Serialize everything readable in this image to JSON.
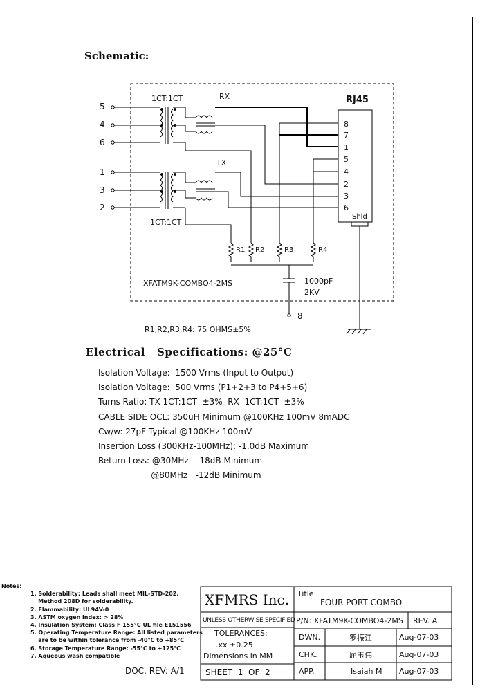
{
  "schematic": {
    "title": "Schematic:",
    "rx_ratio": "1CT:1CT",
    "rx_label": "RX",
    "tx_label": "TX",
    "tx_ratio": "1CT:1CT",
    "pins_left_top": [
      "5",
      "4",
      "6"
    ],
    "pins_left_bottom": [
      "1",
      "3",
      "2"
    ],
    "connector_title": "RJ45",
    "connector_pins": [
      "8",
      "7",
      "1",
      "5",
      "4",
      "2",
      "3",
      "6"
    ],
    "shield_label": "Shld",
    "resistors": [
      "R1",
      "R2",
      "R3",
      "R4"
    ],
    "cap_value": "1000pF",
    "cap_voltage": "2KV",
    "ground_pin": "8",
    "part_label": "XFATM9K-COMBO4-2MS",
    "resistor_note": "R1,R2,R3,R4: 75 OHMS±5%"
  },
  "electrical": {
    "title": "Electrical   Specifications: @25°C",
    "specs": [
      "Isolation Voltage:  1500 Vrms (Input to Output)",
      "Isolation Voltage:  500 Vrms (P1+2+3 to P4+5+6)",
      "Turns Ratio: TX 1CT:1CT  ±3%  RX  1CT:1CT  ±3%",
      "CABLE SIDE OCL: 350uH Minimum @100KHz 100mV 8mADC",
      "Cw/w: 27pF Typical @100KHz 100mV",
      "Insertion Loss (300KHz-100MHz): -1.0dB Maximum",
      "Return Loss: @30MHz   -18dB Minimum",
      "                    @80MHz   -12dB Minimum"
    ]
  },
  "notes": {
    "heading": "Notes:",
    "lines": [
      "1. Solderability: Leads shall meet MIL-STD-202,",
      "    Method 208D for solderability.",
      "2. Flammability: UL94V-0",
      "3. ASTM oxygen index: > 28%",
      "4. Insulation System: Class F 155°C UL file E151556",
      "5. Operating Temperature Range: All listed parameters",
      "    are to be within tolerance from -40°C to +85°C",
      "6. Storage Temperature Range: -55°C to +125°C",
      "7. Aqueous wash compatible"
    ],
    "doc_rev": "DOC. REV: A/1"
  },
  "title_block": {
    "company": "XFMRS Inc.",
    "title_label": "Title:",
    "title_value": "FOUR PORT COMBO",
    "unless": "UNLESS OTHERWISE SPECIFIED",
    "pn": "P/N: XFATM9K-COMBO4-2MS",
    "rev": "REV. A",
    "tolerances": "TOLERANCES:",
    "tol_value": ".xx ±0.25",
    "dimensions": "Dimensions in MM",
    "sheet": "SHEET  1  OF  2",
    "dwn_label": "DWN.",
    "dwn_name": "罗振江",
    "dwn_date": "Aug-07-03",
    "chk_label": "CHK.",
    "chk_name": "屈玉伟",
    "chk_date": "Aug-07-03",
    "app_label": "APP.",
    "app_name": "Isaiah M",
    "app_date": "Aug-07-03"
  }
}
